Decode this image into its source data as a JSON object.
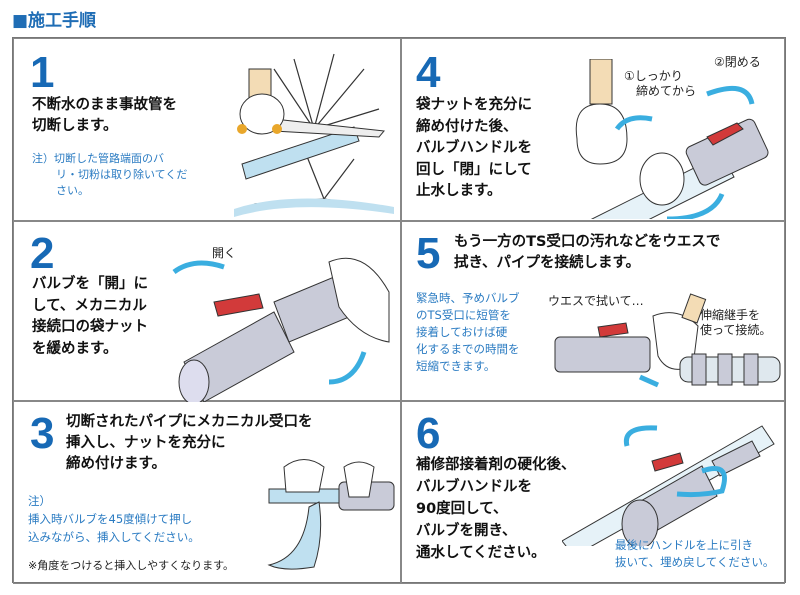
{
  "title": "■施工手順",
  "steps": [
    {
      "num": "1",
      "main": [
        "不断水のまま事故管を",
        "切断します。"
      ],
      "note": [
        "注）切断した管路端面のバ",
        "リ・切粉は取り除いてくだ",
        "さい。"
      ]
    },
    {
      "num": "2",
      "main": [
        "バルブを「開」に",
        "して、メカニカル",
        "接続口の袋ナット",
        "を緩めます。"
      ],
      "label": "開く"
    },
    {
      "num": "3",
      "main": [
        "切断されたパイプにメカニカル受口を",
        "挿入し、ナットを充分に",
        "締め付けます。"
      ],
      "note": [
        "注）",
        "挿入時バルブを45度傾けて押し",
        "込みながら、挿入してください。"
      ],
      "sub": "※角度をつけると挿入しやすくなります。"
    },
    {
      "num": "4",
      "main": [
        "袋ナットを充分に",
        "締め付けた後、",
        "バルブハンドルを",
        "回し「閉」にして",
        "止水します。"
      ],
      "label1": [
        "①しっかり",
        "締めてから"
      ],
      "label2": "②閉める"
    },
    {
      "num": "5",
      "main": [
        "もう一方のTS受口の汚れなどをウエスで",
        "拭き、パイプを接続します。"
      ],
      "note": [
        "緊急時、予めバルブ",
        "のTS受口に短管を",
        "接着しておけば硬",
        "化するまでの時間を",
        "短縮できます。"
      ],
      "label1": "ウエスで拭いて…",
      "label2": [
        "伸縮継手を",
        "使って接続。"
      ]
    },
    {
      "num": "6",
      "main": [
        "補修部接着剤の硬化後、",
        "バルブハンドルを",
        "90度回して、",
        "バルブを開き、",
        "通水してください。"
      ],
      "note": [
        "最後にハンドルを上に引き",
        "抜いて、埋め戻してください。"
      ]
    }
  ],
  "colors": {
    "accent": "#1769b5",
    "note": "#2a7bc2",
    "arrow": "#3aaee0",
    "handle": "#d23a3a"
  }
}
